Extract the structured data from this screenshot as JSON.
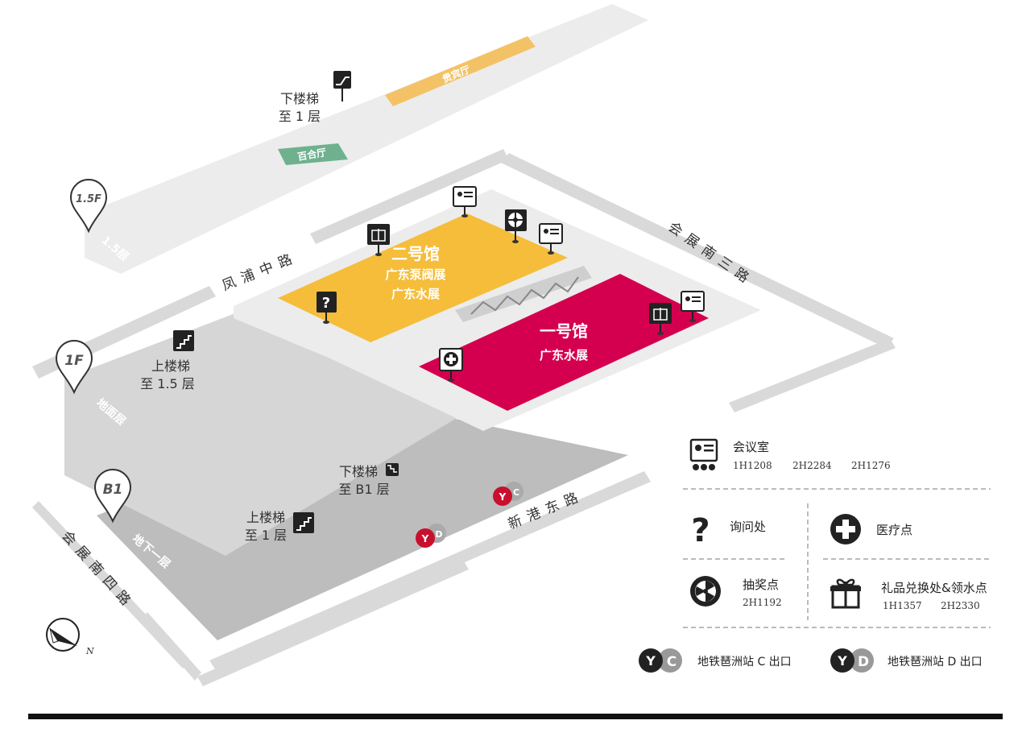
{
  "halls": {
    "hall2": {
      "name": "二号馆",
      "line1": "广东泵阀展",
      "line2": "广东水展"
    },
    "hall1": {
      "name": "一号馆",
      "line1": "广东水展"
    }
  },
  "rooms": {
    "guibin": "贵宾厅",
    "baihe": "百合厅"
  },
  "floors": {
    "f15": {
      "badge": "1.5F",
      "label": "1.5层"
    },
    "f1": {
      "badge": "1F",
      "label": "地面层"
    },
    "b1": {
      "badge": "B1",
      "label": "地下一层"
    }
  },
  "roads": {
    "fengpu": "凤浦中路",
    "huizhan3": "会展南三路",
    "xingang": "新港东路",
    "huizhan4": "会展南四路"
  },
  "stairs": {
    "down15": {
      "line1": "下楼梯",
      "line2": "至 1 层"
    },
    "up1": {
      "line1": "上楼梯",
      "line2": "至 1.5 层"
    },
    "downB1": {
      "line1": "下楼梯",
      "line2": "至 B1 层"
    },
    "upB1": {
      "line1": "上楼梯",
      "line2": "至 1 层"
    }
  },
  "compass": {
    "north": "N"
  },
  "legend": {
    "meeting": {
      "label": "会议室",
      "codes": [
        "1H1208",
        "2H2284",
        "2H1276"
      ]
    },
    "info": {
      "label": "询问处"
    },
    "medical": {
      "label": "医疗点"
    },
    "lottery": {
      "label": "抽奖点",
      "code": "2H1192"
    },
    "gift": {
      "label": "礼品兑换处&领水点",
      "codes": [
        "1H1357",
        "2H2330"
      ]
    },
    "metroC": {
      "letter": "C",
      "label": "地铁琶洲站 C 出口"
    },
    "metroD": {
      "letter": "D",
      "label": "地铁琶洲站 D 出口"
    }
  },
  "colors": {
    "hall2": "#f5bd3a",
    "hall1": "#d4004f",
    "room_guibin": "#f4c266",
    "room_baihe": "#6fb18f",
    "road": "#d9d9d9",
    "floor_15": "#ececec",
    "floor_1": "#d6d6d6",
    "floor_b1": "#bdbdbd",
    "metro_red": "#c8102e",
    "icon_dark": "#222222"
  }
}
